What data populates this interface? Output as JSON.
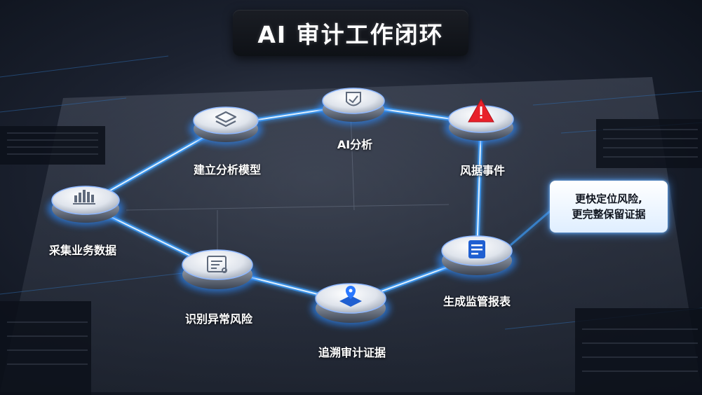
{
  "title": "AI 审计工作闭环",
  "nodes": [
    {
      "id": "collect",
      "label": "采集业务数据",
      "icon": "bar-chart-icon"
    },
    {
      "id": "model",
      "label": "建立分析模型",
      "icon": "layers-icon"
    },
    {
      "id": "ai",
      "label": "AI分析",
      "icon": "shield-check-icon"
    },
    {
      "id": "risk",
      "label": "风据事件",
      "icon": "warning-icon"
    },
    {
      "id": "report",
      "label": "生成监管报表",
      "icon": "report-icon"
    },
    {
      "id": "trace",
      "label": "追溯审计证据",
      "icon": "location-icon"
    },
    {
      "id": "identify",
      "label": "识别异常风险",
      "icon": "document-icon"
    }
  ],
  "callout": {
    "line1": "更快定位风险,",
    "line2": "更完整保留证据"
  },
  "colors": {
    "glow": "#4aa8ff",
    "warning": "#e8202a",
    "icon_blue": "#1f5fd1",
    "icon_gray": "#6c7584"
  }
}
